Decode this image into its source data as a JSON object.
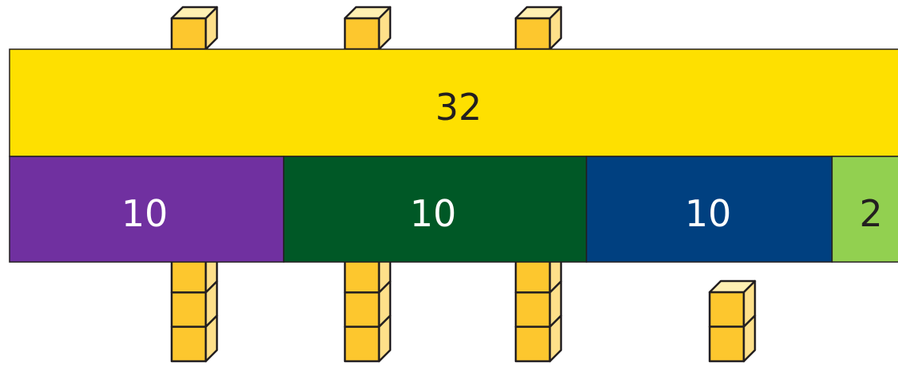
{
  "bar_model": {
    "total": {
      "label": "32",
      "color": "#fee000",
      "text_color": "#231f20"
    },
    "parts": [
      {
        "label": "10",
        "value": 10,
        "color": "#7030a0",
        "text_color": "#ffffff"
      },
      {
        "label": "10",
        "value": 10,
        "color": "#005826",
        "text_color": "#ffffff"
      },
      {
        "label": "10",
        "value": 10,
        "color": "#004080",
        "text_color": "#ffffff"
      },
      {
        "label": "2",
        "value": 2,
        "color": "#92d050",
        "text_color": "#231f20"
      }
    ]
  },
  "cube_colors": {
    "front": "#fdc72e",
    "side": "#fee08a",
    "top": "#fff0b3",
    "outline": "#231f20"
  },
  "ten_rods": 3,
  "unit_cubes": 2
}
